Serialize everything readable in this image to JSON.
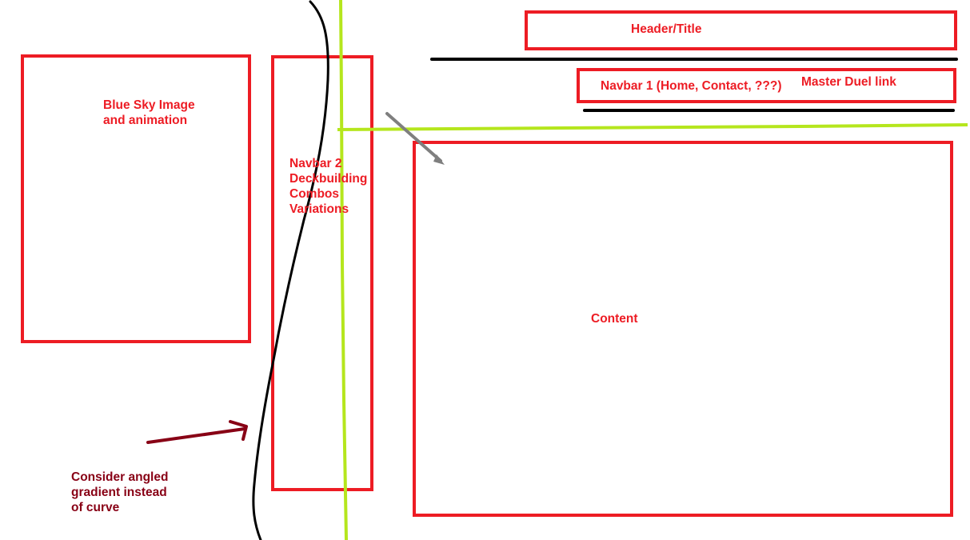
{
  "regions": {
    "blue_sky": {
      "label": "Blue Sky Image\nand animation"
    },
    "navbar2": {
      "label": "Navbar 2\nDeckbuilding\nCombos\nVariations"
    },
    "header": {
      "label": "Header/Title"
    },
    "navbar1": {
      "label": "Navbar 1 (Home, Contact, ???)"
    },
    "master_duel": {
      "label": "Master Duel link"
    },
    "content": {
      "label": "Content"
    }
  },
  "annotation": {
    "text": "Consider angled\ngradient instead\nof curve"
  },
  "colors": {
    "box_outline": "#ed1c24",
    "label_text": "#ed1c24",
    "annotation_text": "#880015",
    "curve": "#000000",
    "guide_lines": "#b5e61d",
    "pointer_arrow": "#7f7f7f",
    "divider_lines": "#000000"
  }
}
